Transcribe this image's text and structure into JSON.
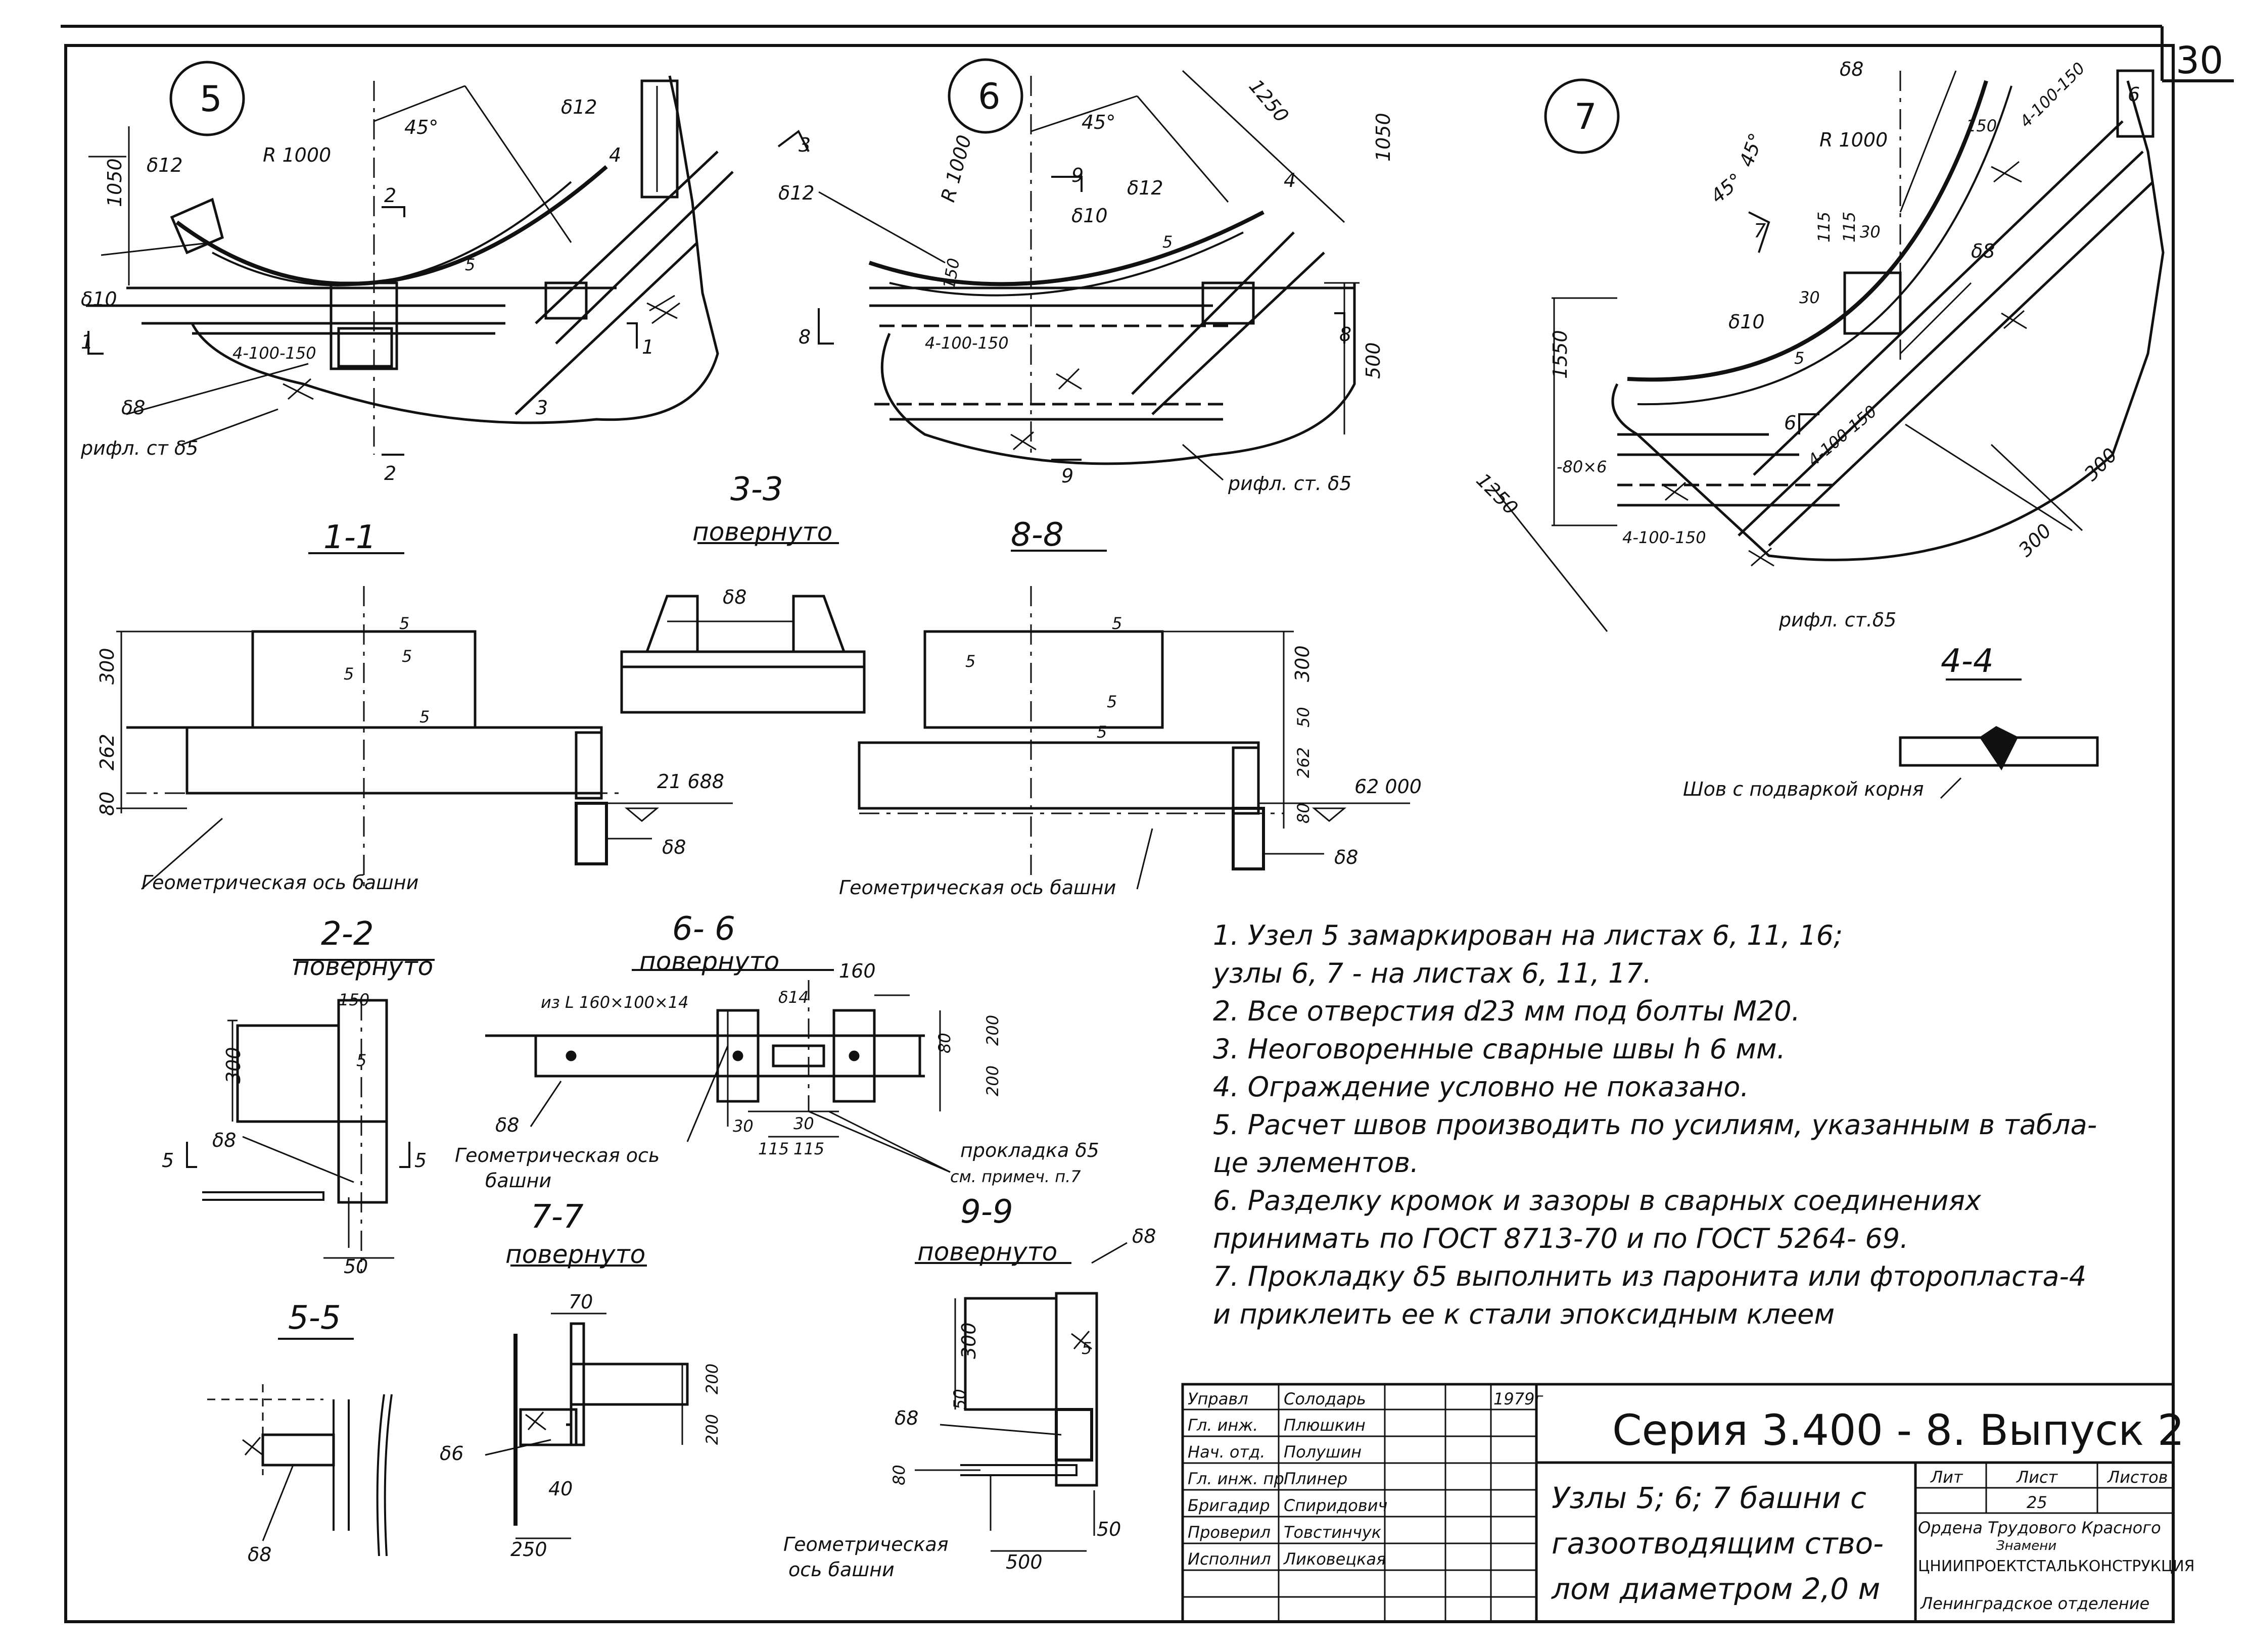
{
  "sheet_number": "30",
  "details": {
    "d5": {
      "id": "5",
      "labels": [
        "δ12",
        "R 1000",
        "45°",
        "1050",
        "δ12",
        "4",
        "2",
        "δ10",
        "1",
        "4-100-150",
        "δ8",
        "3",
        "1",
        "рифл. ст δ5",
        "2",
        "5"
      ]
    },
    "d6": {
      "id": "6",
      "labels": [
        "3",
        "1250",
        "45°",
        "δ12",
        "R 1000",
        "9",
        "δ12",
        "δ10",
        "4",
        "1050",
        "150",
        "8",
        "4-100-150",
        "8",
        "500",
        "9",
        "рифл. ст. δ5",
        "5"
      ]
    },
    "d7": {
      "id": "7",
      "labels": [
        "δ8",
        "150",
        "6",
        "45°",
        "45°",
        "R 1000",
        "4-100-150",
        "7",
        "115",
        "115",
        "30",
        "δ8",
        "30",
        "δ10",
        "1550",
        "6",
        "-80×6",
        "1250",
        "4-100-150",
        "4-100-150",
        "300",
        "300",
        "рифл. ст.δ5",
        "5"
      ]
    }
  },
  "sections": {
    "s1_1": {
      "title": "1-1",
      "labels": [
        "300",
        "262",
        "80",
        "5",
        "5",
        "5",
        "5",
        "21 688",
        "δ8",
        "Геометрическая ось башни"
      ]
    },
    "s3_3": {
      "title": "3-3",
      "subtitle": "повернуто",
      "labels": [
        "δ8"
      ]
    },
    "s8_8": {
      "title": "8-8",
      "labels": [
        "300",
        "50",
        "262",
        "80",
        "5",
        "5",
        "5",
        "5",
        "62 000",
        "δ8",
        "Геометрическая ось башни"
      ]
    },
    "s4_4": {
      "title": "4-4",
      "labels": [
        "Шов с подваркой корня"
      ]
    },
    "s2_2": {
      "title": "2-2",
      "subtitle": "повернуто",
      "labels": [
        "150",
        "300",
        "5",
        "δ8",
        "5",
        "5",
        "50"
      ]
    },
    "s6_6": {
      "title": "6- 6",
      "subtitle": "повернуто",
      "labels": [
        "из L 160×100×14",
        "δ14",
        "160",
        "80",
        "200",
        "200",
        "δ8",
        "Геометрическая ось",
        "башни",
        "30",
        "30",
        "115",
        "115",
        "прокладка δ5",
        "см. примеч. п.7"
      ]
    },
    "s7_7": {
      "title": "7-7",
      "subtitle": "повернуто",
      "labels": [
        "70",
        "200",
        "200",
        "δ6",
        "40",
        "250"
      ]
    },
    "s9_9": {
      "title": "9-9",
      "subtitle": "повернуто",
      "labels": [
        "δ8",
        "300",
        "50",
        "5",
        "δ8",
        "80",
        "Геометрическая",
        "ось башни",
        "500",
        "50"
      ]
    },
    "s5_5": {
      "title": "5-5",
      "labels": [
        "δ8"
      ]
    }
  },
  "notes": [
    "1.  Узел 5  замаркирован на листах  6, 11, 16;",
    "     узлы 6, 7  -  на  листах  6, 11, 17.",
    "2.  Все отверстия  d23 мм под болты  М20.",
    "3.  Неоговоренные  сварные швы  h 6 мм.",
    "4.  Ограждение  условно  не  показано.",
    "5.  Расчет швов производить по усилиям, указанным в табла-",
    "     це  элементов.",
    "6.  Разделку кромок и зазоры  в  сварных  соединениях",
    "     принимать  по    ГОСТ 8713-70  и  по ГОСТ 5264- 69.",
    "7.  Прокладку  δ5  выполнить  из паронита или фторопласта-4",
    "     и приклеить ее  к  стали  эпоксидным  клеем"
  ],
  "title_block": {
    "roles": [
      "Управл",
      "Гл. инж.",
      "Нач. отд.",
      "Гл. инж. пр",
      "Бригадир",
      "Проверил",
      "Исполнил"
    ],
    "names": [
      "Солодарь",
      "Плюшкин",
      "Полушин",
      "Плинер",
      "Спиридович",
      "Товстинчук",
      "Ликовецкая"
    ],
    "year": "1979г",
    "series": "Серия  3.400 - 8.   Выпуск 2",
    "subject_lines": [
      "Узлы 5; 6; 7  башни  с",
      "газоотводящим  ство-",
      "лом  диаметром  2,0 м"
    ],
    "headers": [
      "Лит",
      "Лист",
      "Листов"
    ],
    "sheet": "25",
    "org_lines": [
      "Ордена  Трудового  Красного",
      "Знамени",
      "ЦНИИПРОЕКТСТАЛЬКОНСТРУКЦИЯ",
      "Ленинградское  отделение"
    ]
  }
}
